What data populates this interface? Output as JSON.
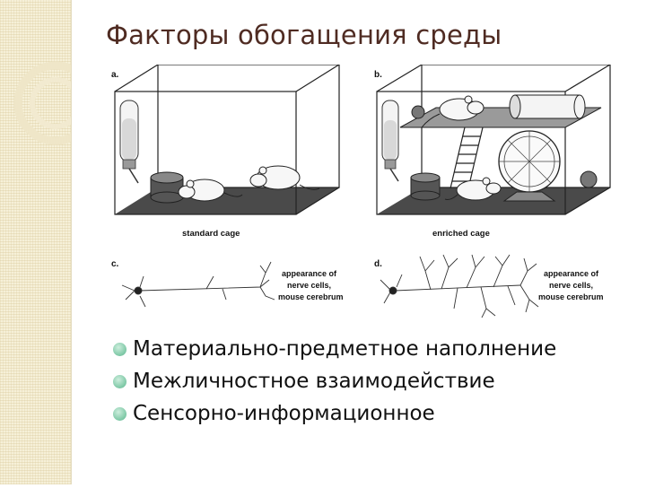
{
  "slide": {
    "title": "Факторы обогащения среды"
  },
  "figure": {
    "panels": [
      {
        "letter": "a.",
        "caption": "standard cage"
      },
      {
        "letter": "b.",
        "caption": "enriched cage"
      },
      {
        "letter": "c.",
        "caption_lines": [
          "appearance of",
          "nerve cells,",
          "mouse cerebrum"
        ]
      },
      {
        "letter": "d.",
        "caption_lines": [
          "appearance of",
          "nerve cells,",
          "mouse cerebrum"
        ]
      }
    ]
  },
  "bullets": [
    "Материально-предметное наполнение",
    "Межличностное взаимодействие",
    "Сенсорно-информационное"
  ],
  "colors": {
    "title": "#4f2b22",
    "bullet": "#7cc7a5",
    "sidebar": "#f6f0d8"
  }
}
